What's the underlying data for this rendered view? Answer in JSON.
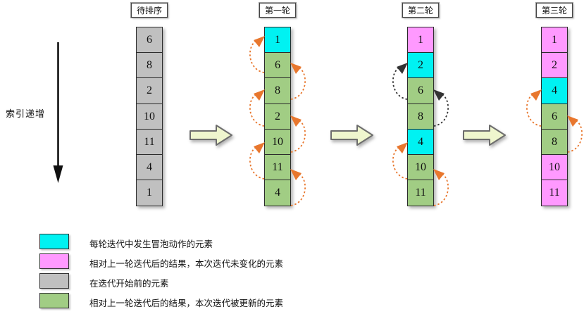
{
  "labels": {
    "index_axis": "索引递增"
  },
  "columns": [
    {
      "header": "待排序",
      "cells": [
        {
          "value": "6",
          "state": "gray"
        },
        {
          "value": "8",
          "state": "gray"
        },
        {
          "value": "2",
          "state": "gray"
        },
        {
          "value": "10",
          "state": "gray"
        },
        {
          "value": "11",
          "state": "gray"
        },
        {
          "value": "4",
          "state": "gray"
        },
        {
          "value": "1",
          "state": "gray"
        }
      ],
      "arcs": []
    },
    {
      "header": "第一轮",
      "cells": [
        {
          "value": "1",
          "state": "cyan"
        },
        {
          "value": "6",
          "state": "green"
        },
        {
          "value": "8",
          "state": "green"
        },
        {
          "value": "2",
          "state": "green"
        },
        {
          "value": "10",
          "state": "green"
        },
        {
          "value": "11",
          "state": "green"
        },
        {
          "value": "4",
          "state": "green"
        }
      ],
      "arcs": [
        {
          "side": "left",
          "row": 0,
          "color": "orange"
        },
        {
          "side": "right",
          "row": 1,
          "color": "orange"
        },
        {
          "side": "left",
          "row": 2,
          "color": "orange"
        },
        {
          "side": "right",
          "row": 3,
          "color": "orange"
        },
        {
          "side": "left",
          "row": 4,
          "color": "orange"
        },
        {
          "side": "right",
          "row": 5,
          "color": "orange"
        }
      ]
    },
    {
      "header": "第二轮",
      "cells": [
        {
          "value": "1",
          "state": "pink"
        },
        {
          "value": "2",
          "state": "cyan"
        },
        {
          "value": "6",
          "state": "green"
        },
        {
          "value": "8",
          "state": "green"
        },
        {
          "value": "4",
          "state": "cyan"
        },
        {
          "value": "10",
          "state": "green"
        },
        {
          "value": "11",
          "state": "green"
        }
      ],
      "arcs": [
        {
          "side": "left",
          "row": 1,
          "color": "black"
        },
        {
          "side": "right",
          "row": 2,
          "color": "black"
        },
        {
          "side": "left",
          "row": 4,
          "color": "orange"
        },
        {
          "side": "right",
          "row": 5,
          "color": "orange"
        }
      ]
    },
    {
      "header": "第三轮",
      "cells": [
        {
          "value": "1",
          "state": "pink"
        },
        {
          "value": "2",
          "state": "pink"
        },
        {
          "value": "4",
          "state": "cyan"
        },
        {
          "value": "6",
          "state": "green"
        },
        {
          "value": "8",
          "state": "green"
        },
        {
          "value": "10",
          "state": "pink"
        },
        {
          "value": "11",
          "state": "pink"
        }
      ],
      "arcs": [
        {
          "side": "left",
          "row": 2,
          "color": "orange"
        },
        {
          "side": "right",
          "row": 3,
          "color": "orange"
        }
      ]
    }
  ],
  "legend": [
    {
      "state": "cyan",
      "text": "每轮迭代中发生冒泡动作的元素"
    },
    {
      "state": "pink",
      "text": "相对上一轮迭代后的结果，本次迭代未变化的元素"
    },
    {
      "state": "gray",
      "text": "在迭代开始前的元素"
    },
    {
      "state": "green",
      "text": "相对上一轮迭代后的结果，本次迭代被更新的元素"
    }
  ],
  "colors": {
    "cyan": "#00F2F2",
    "pink": "#FF99FF",
    "gray": "#C0C0C0",
    "green": "#A1CD84",
    "arc_orange": "#E8772E",
    "arc_black": "#333333",
    "big_arrow_fill": "#EFF6CE",
    "big_arrow_stroke": "#6d6d6d",
    "axis_arrow": "#111111"
  }
}
